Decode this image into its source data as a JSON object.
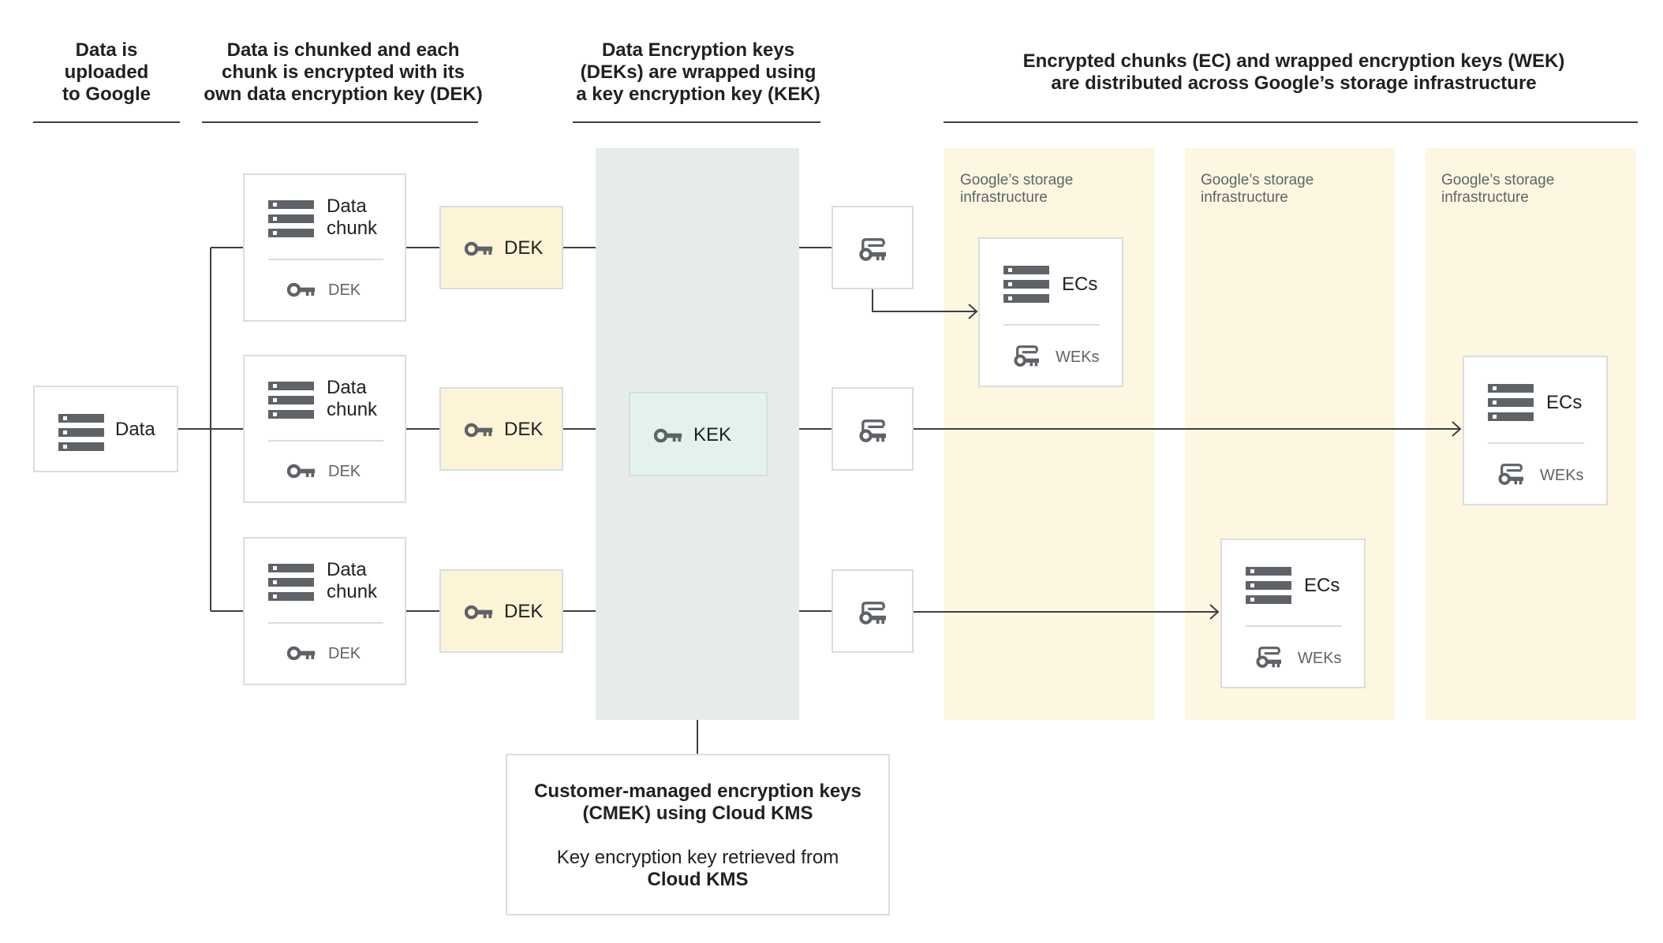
{
  "headers": {
    "upload": "Data is\nuploaded\nto Google",
    "chunked": "Data is chunked and each\nchunk is encrypted with its\nown data encryption key (DEK)",
    "wrapped": "Data Encryption keys\n(DEKs) are wrapped using\na key encryption key (KEK)",
    "distributed": "Encrypted chunks (EC) and wrapped encryption keys (WEK)\nare distributed across Google’s storage infrastructure"
  },
  "data_node": {
    "label": "Data",
    "icon": "storage-stack-icon"
  },
  "chunks": [
    {
      "label": "Data\nchunk",
      "key_label": "DEK",
      "dek_label": "DEK"
    },
    {
      "label": "Data\nchunk",
      "key_label": "DEK",
      "dek_label": "DEK"
    },
    {
      "label": "Data\nchunk",
      "key_label": "DEK",
      "dek_label": "DEK"
    }
  ],
  "kek": {
    "label": "KEK",
    "icon": "key-icon"
  },
  "wrapped_key_icon": "wrapped-key-icon",
  "storage_panels": [
    {
      "label": "Google’s storage\ninfrastructure"
    },
    {
      "label": "Google’s storage\ninfrastructure"
    },
    {
      "label": "Google’s storage\ninfrastructure"
    }
  ],
  "ec_boxes": [
    {
      "label": "ECs",
      "sub": "WEKs"
    },
    {
      "label": "ECs",
      "sub": "WEKs"
    },
    {
      "label": "ECs",
      "sub": "WEKs"
    }
  ],
  "cmek": {
    "title": "Customer-managed encryption keys\n(CMEK) using Cloud KMS",
    "desc": "Key encryption key retrieved from",
    "desc_bold": "Cloud KMS"
  },
  "colors": {
    "dek_fill": "#fdf4d7",
    "kek_column": "#e8ebeb",
    "kek_fill": "#e3f3ec",
    "storage_panel": "#fdf7e1",
    "icon": "#5f6368"
  }
}
